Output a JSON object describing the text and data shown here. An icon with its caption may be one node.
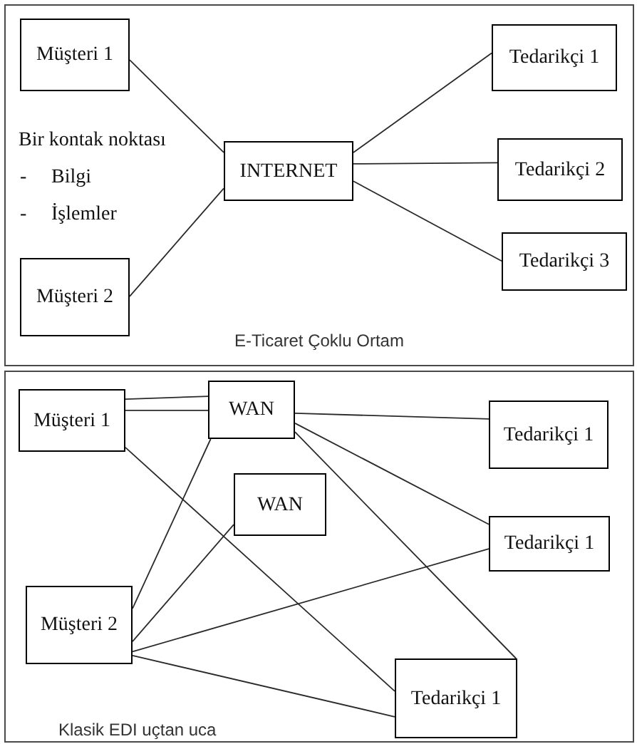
{
  "diagram": {
    "nodes": [
      {
        "text": [
          "E-Ticaret Çoklu Ortam"
        ]
      },
      {
        "text": [
          "Müşteri 1"
        ],
        "in": 0
      },
      {
        "text": [
          "Müşteri 2"
        ],
        "in": 0
      },
      {
        "text": [
          "INTERNET"
        ],
        "in": 0
      },
      {
        "text": [
          "Tedarikçi 1"
        ],
        "in": 0
      },
      {
        "text": [
          "Tedarikçi 2"
        ],
        "in": 0
      },
      {
        "text": [
          "Tedarikçi 3"
        ],
        "in": 0
      },
      {
        "text": [
          "Klasik EDI uçtan uca"
        ]
      },
      {
        "text": [
          "Müşteri 1"
        ],
        "in": 7
      },
      {
        "text": [
          "WAN"
        ],
        "in": 7
      },
      {
        "text": [
          "Tedarikçi 1"
        ],
        "in": 7
      },
      {
        "text": [
          "WAN"
        ],
        "in": 7
      },
      {
        "text": [
          "Tedarikçi 1"
        ],
        "in": 7
      },
      {
        "text": [
          "Müşteri 2"
        ],
        "in": 7
      },
      {
        "text": [
          "Tedarikçi 1"
        ],
        "in": 7
      }
    ],
    "edges": [
      {
        "from": 1,
        "to": 3,
        "arrow": "none"
      },
      {
        "from": 2,
        "to": 3,
        "arrow": "none"
      },
      {
        "from": 3,
        "to": 4,
        "arrow": "none"
      },
      {
        "from": 3,
        "to": 5,
        "arrow": "none"
      },
      {
        "from": 3,
        "to": 6,
        "arrow": "none"
      },
      {
        "from": 8,
        "to": 9,
        "arrow": "none"
      },
      {
        "from": 8,
        "to": 9,
        "arrow": "none"
      },
      {
        "from": 8,
        "to": 14,
        "arrow": "none"
      },
      {
        "from": 9,
        "to": 10,
        "arrow": "none"
      },
      {
        "from": 9,
        "to": 12,
        "arrow": "none"
      },
      {
        "from": 9,
        "to": 14,
        "arrow": "none"
      },
      {
        "from": 13,
        "to": 9,
        "arrow": "none"
      },
      {
        "from": 13,
        "to": 11,
        "arrow": "none"
      },
      {
        "from": 13,
        "to": 12,
        "arrow": "none"
      },
      {
        "from": 13,
        "to": 14,
        "arrow": "none"
      }
    ],
    "labels": [
      "Bir kontak noktası",
      "-",
      "Bilgi",
      "-",
      "İşlemler"
    ]
  }
}
